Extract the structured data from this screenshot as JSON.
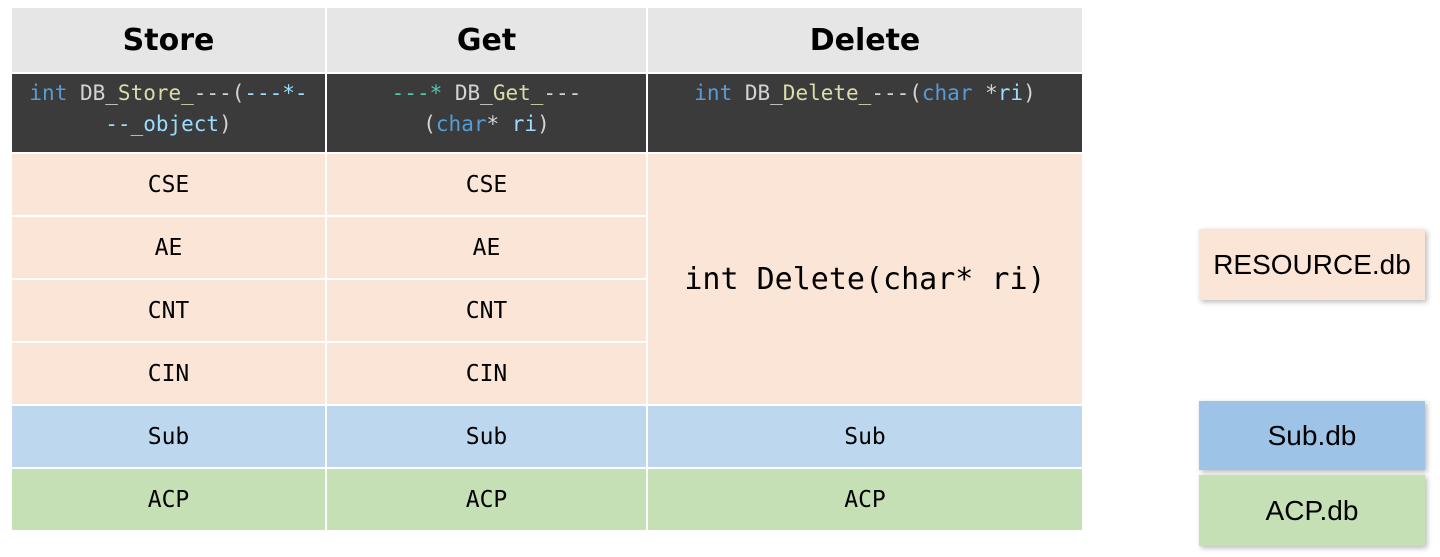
{
  "headers": [
    "Store",
    "Get",
    "Delete"
  ],
  "signatures": {
    "store": {
      "type": "int",
      "space1": " DB_",
      "name": "Store_",
      "sep": "---(",
      "param": "---*---_object",
      "close": ")"
    },
    "get": {
      "ret": "---*",
      "space1": " DB_",
      "name": "Get_",
      "sep": "---",
      "open": "(",
      "type": "char",
      "star": "* ",
      "param": "ri",
      "close": ")"
    },
    "delete": {
      "type": "int",
      "space1": " DB_",
      "name": "Delete_",
      "sep": "---(",
      "ptype": "char",
      "star": " *",
      "param": "ri",
      "close": ")"
    }
  },
  "resource_rows": [
    {
      "store": "CSE",
      "get": "CSE"
    },
    {
      "store": "AE",
      "get": "AE"
    },
    {
      "store": "CNT",
      "get": "CNT"
    },
    {
      "store": "CIN",
      "get": "CIN"
    }
  ],
  "resource_delete": "int Delete(char* ri)",
  "sub_row": {
    "store": "Sub",
    "get": "Sub",
    "delete": "Sub"
  },
  "acp_row": {
    "store": "ACP",
    "get": "ACP",
    "delete": "ACP"
  },
  "legend": {
    "resource": "RESOURCE.db",
    "sub": "Sub.db",
    "acp": "ACP.db"
  },
  "colors": {
    "header_bg": "#e6e6e6",
    "signature_bg": "#3b3b3b",
    "resource": "#fbe5d6",
    "sub": "#bdd7ee",
    "acp": "#c5e0b4",
    "legend_sub": "#9dc3e6"
  }
}
